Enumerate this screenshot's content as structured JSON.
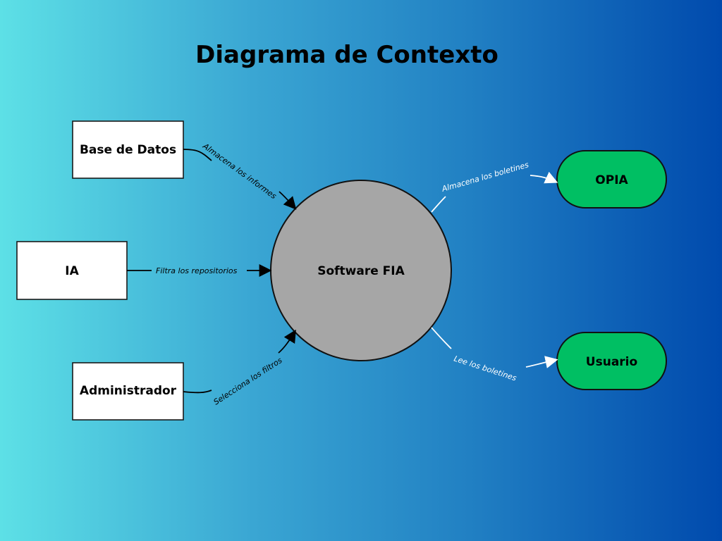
{
  "diagram": {
    "title": "Diagrama de Contexto",
    "center": {
      "label": "Software FIA"
    },
    "external_entities": [
      {
        "label": "Base de Datos"
      },
      {
        "label": "IA"
      },
      {
        "label": "Administrador"
      }
    ],
    "outputs": [
      {
        "label": "OPIA"
      },
      {
        "label": "Usuario"
      }
    ],
    "flows": [
      {
        "from": "Base de Datos",
        "to": "Software FIA",
        "label": "Almacena los informes"
      },
      {
        "from": "IA",
        "to": "Software FIA",
        "label": "Filtra los repositorios"
      },
      {
        "from": "Administrador",
        "to": "Software FIA",
        "label": "Selecciona los filtros"
      },
      {
        "from": "Software FIA",
        "to": "OPIA",
        "label": "Almacena los boletines"
      },
      {
        "from": "Software FIA",
        "to": "Usuario",
        "label": "Lee los boletines"
      }
    ],
    "colors": {
      "background_start": "#5de0e6",
      "background_end": "#004aad",
      "output_fill": "#00bf63",
      "center_fill": "#a6a6a6"
    }
  }
}
